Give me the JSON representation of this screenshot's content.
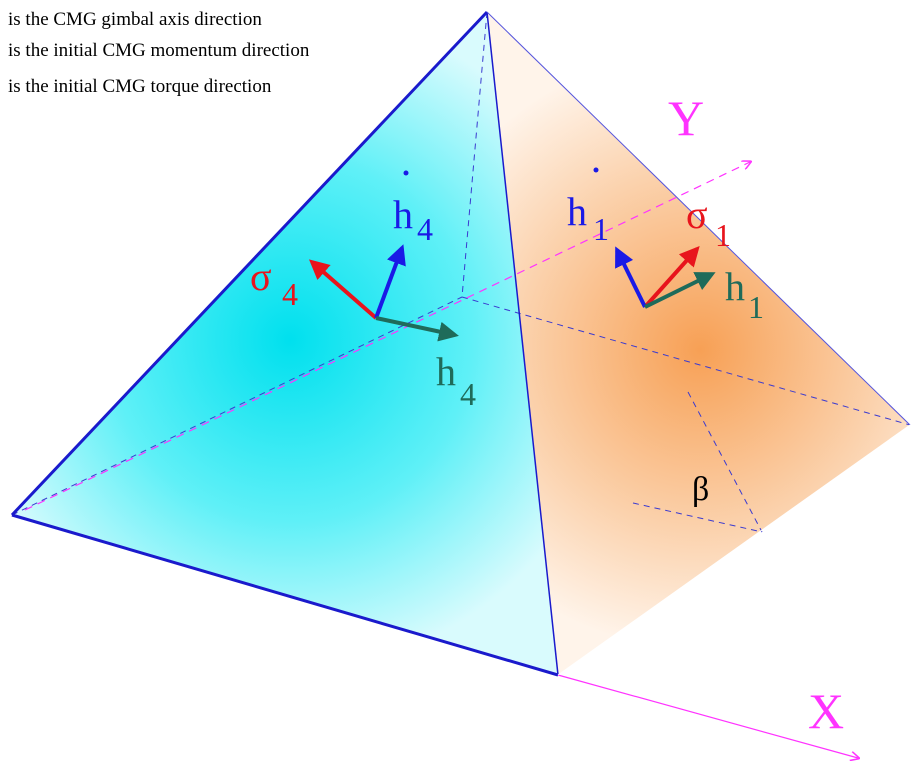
{
  "legend": {
    "gimbal_axis": "is the CMG gimbal axis direction",
    "momentum": "is the initial CMG momentum direction",
    "torque": "is the initial CMG torque direction"
  },
  "axes": {
    "x_label": "X",
    "y_label": "Y"
  },
  "face_left": {
    "sigma_symbol": "σ",
    "sigma_index": "4",
    "hdot_symbol": "h",
    "hdot_index": "4",
    "h_symbol": "h",
    "h_index": "4"
  },
  "face_right": {
    "sigma_symbol": "σ",
    "sigma_index": "1",
    "hdot_symbol": "h",
    "hdot_index": "1",
    "h_symbol": "h",
    "h_index": "1"
  },
  "angle_label": "β",
  "colors": {
    "gimbal_axis": "#e8141c",
    "momentum": "#1f6b5a",
    "torque": "#1a1ae6",
    "axes": "#ff33ff",
    "edges": "#1a1acc",
    "face_left": "#00e5f0",
    "face_right": "#f7a055"
  }
}
